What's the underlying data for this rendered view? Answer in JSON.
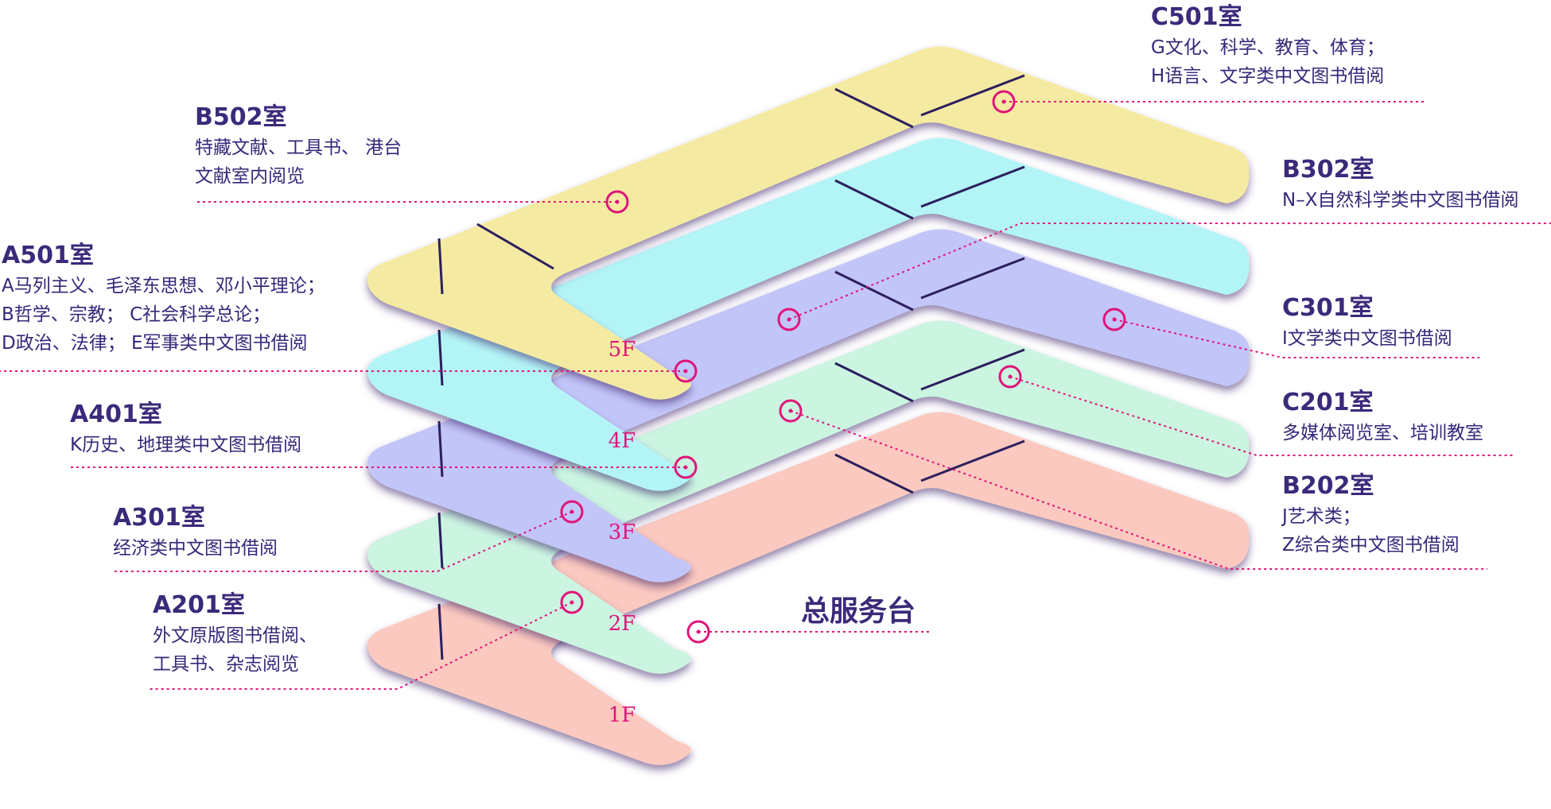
{
  "floors": [
    {
      "label": "1F",
      "color": "#fbc9bf"
    },
    {
      "label": "2F",
      "color": "#cbf5e1"
    },
    {
      "label": "3F",
      "color": "#c2c5f8"
    },
    {
      "label": "4F",
      "color": "#b3f5f7"
    },
    {
      "label": "5F",
      "color": "#f5eaa2"
    }
  ],
  "rooms": [
    {
      "id": "c501",
      "title": "C501室",
      "lines": [
        "G文化、科学、教育、体育；",
        "H语言、文字类中文图书借阅"
      ]
    },
    {
      "id": "b502",
      "title": "B502室",
      "lines": [
        "特藏文献、工具书、 港台",
        "文献室内阅览"
      ]
    },
    {
      "id": "a501",
      "title": "A501室",
      "lines": [
        "A马列主义、毛泽东思想、邓小平理论；",
        "B哲学、宗教； C社会科学总论；",
        "D政治、法律； E军事类中文图书借阅"
      ]
    },
    {
      "id": "b302",
      "title": "B302室",
      "lines": [
        "N–X自然科学类中文图书借阅"
      ]
    },
    {
      "id": "c301",
      "title": "C301室",
      "lines": [
        "I文学类中文图书借阅"
      ]
    },
    {
      "id": "a401",
      "title": "A401室",
      "lines": [
        "K历史、地理类中文图书借阅"
      ]
    },
    {
      "id": "c201",
      "title": "C201室",
      "lines": [
        "多媒体阅览室、培训教室"
      ]
    },
    {
      "id": "b202",
      "title": "B202室",
      "lines": [
        "J艺术类；",
        "Z综合类中文图书借阅"
      ]
    },
    {
      "id": "a301",
      "title": "A301室",
      "lines": [
        "经济类中文图书借阅"
      ]
    },
    {
      "id": "a201",
      "title": "A201室",
      "lines": [
        "外文原版图书借阅、",
        "工具书、杂志阅览"
      ]
    }
  ],
  "service_desk": "总服务台",
  "colors": {
    "accent": "#e0157a",
    "text": "#3b2a7a",
    "divider": "#2c1f5e"
  }
}
